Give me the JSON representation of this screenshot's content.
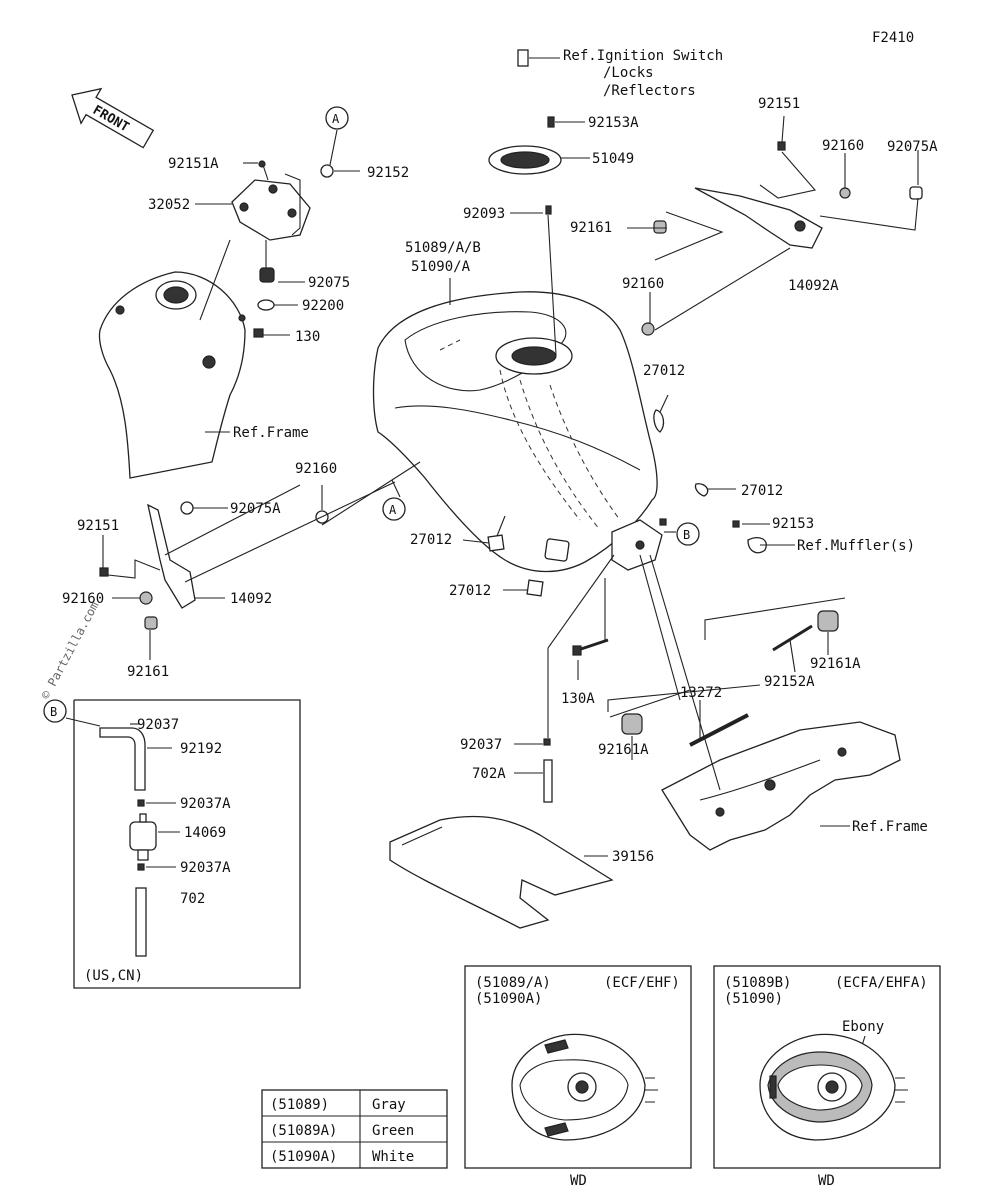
{
  "figure_code": "F2410",
  "front_label": "FRONT",
  "watermark": "© Partzilla.com",
  "callouts": [
    {
      "key": "ref_ignition",
      "text": "Ref.Ignition Switch"
    },
    {
      "key": "ref_locks",
      "text": "/Locks"
    },
    {
      "key": "ref_reflectors",
      "text": "/Reflectors"
    },
    {
      "key": "p92153A",
      "text": "92153A"
    },
    {
      "key": "p51049",
      "text": "51049"
    },
    {
      "key": "p92093",
      "text": "92093"
    },
    {
      "key": "p51089_ab",
      "text": "51089/A/B"
    },
    {
      "key": "p51090_a",
      "text": "51090/A"
    },
    {
      "key": "p92151_tr",
      "text": "92151"
    },
    {
      "key": "p92160_tr",
      "text": "92160"
    },
    {
      "key": "p92075A_tr",
      "text": "92075A"
    },
    {
      "key": "p92161_tr",
      "text": "92161"
    },
    {
      "key": "p14092A",
      "text": "14092A"
    },
    {
      "key": "p92160_mid",
      "text": "92160"
    },
    {
      "key": "p27012_r1",
      "text": "27012"
    },
    {
      "key": "p27012_r2",
      "text": "27012"
    },
    {
      "key": "p92153",
      "text": "92153"
    },
    {
      "key": "ref_mufflers",
      "text": "Ref.Muffler(s)"
    },
    {
      "key": "p92151A",
      "text": "92151A"
    },
    {
      "key": "p92152",
      "text": "92152"
    },
    {
      "key": "p32052",
      "text": "32052"
    },
    {
      "key": "p92075",
      "text": "92075"
    },
    {
      "key": "p92200",
      "text": "92200"
    },
    {
      "key": "p130",
      "text": "130"
    },
    {
      "key": "ref_frame_l",
      "text": "Ref.Frame"
    },
    {
      "key": "p92160_l",
      "text": "92160"
    },
    {
      "key": "p92075A_l",
      "text": "92075A"
    },
    {
      "key": "p92151_l",
      "text": "92151"
    },
    {
      "key": "p92160_l2",
      "text": "92160"
    },
    {
      "key": "p14092",
      "text": "14092"
    },
    {
      "key": "p92161_l",
      "text": "92161"
    },
    {
      "key": "p27012_c1",
      "text": "27012"
    },
    {
      "key": "p27012_c2",
      "text": "27012"
    },
    {
      "key": "p130A",
      "text": "130A"
    },
    {
      "key": "p92037_c",
      "text": "92037"
    },
    {
      "key": "p702A",
      "text": "702A"
    },
    {
      "key": "p39156",
      "text": "39156"
    },
    {
      "key": "p13272",
      "text": "13272"
    },
    {
      "key": "p92161A_r",
      "text": "92161A"
    },
    {
      "key": "p92152A",
      "text": "92152A"
    },
    {
      "key": "p92161A_c",
      "text": "92161A"
    },
    {
      "key": "ref_frame_r",
      "text": "Ref.Frame"
    }
  ],
  "ref_markers": {
    "a_top": "A",
    "a_low": "A",
    "b_right": "B"
  },
  "inset_us": {
    "marker": "B",
    "parts": [
      "92037",
      "92192",
      "92037A",
      "14069",
      "92037A",
      "702"
    ],
    "region": "(US,CN)"
  },
  "variant_boxes": [
    {
      "left": "(51089/A)",
      "left2": "(51090A)",
      "right": "(ECF/EHF)",
      "caption": "WD",
      "note": ""
    },
    {
      "left": "(51089B)",
      "left2": "(51090)",
      "right": "(ECFA/EHFA)",
      "caption": "WD",
      "note": "Ebony"
    }
  ],
  "color_table": {
    "rows": [
      {
        "code": "(51089)",
        "color": "Gray"
      },
      {
        "code": "(51089A)",
        "color": "Green"
      },
      {
        "code": "(51090A)",
        "color": "White"
      }
    ]
  }
}
